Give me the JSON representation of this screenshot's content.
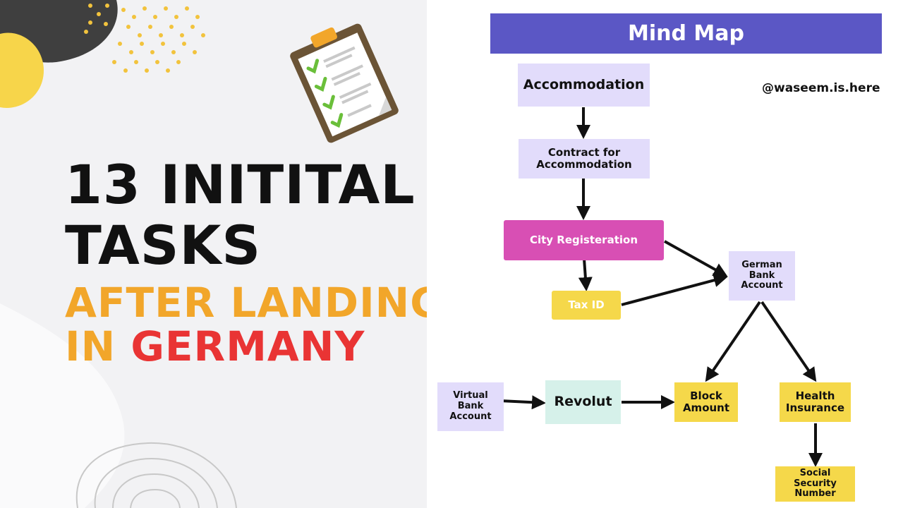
{
  "headline": {
    "line1": "13 INITITAL",
    "line2": "TASKS",
    "line3": "AFTER LANDING",
    "line4_prefix": "IN ",
    "line4_highlight": "GERMANY"
  },
  "mind_map": {
    "title": "Mind Map",
    "handle": "@waseem.is.here",
    "nodes": {
      "accommodation": "Accommodation",
      "contract": "Contract for Accommodation",
      "city_registration": "City Registeration",
      "tax_id": "Tax ID",
      "german_bank": "German Bank Account",
      "virtual_bank": "Virtual Bank Account",
      "revolut": "Revolut",
      "block_amount": "Block Amount",
      "health_insurance": "Health Insurance",
      "social_security": "Social Security Number"
    }
  },
  "colors": {
    "title_bar": "#5b57c5",
    "lavender": "#e2dcfb",
    "yellow": "#f5d84a",
    "mint": "#d6f1ea",
    "pink": "#d84fb4",
    "headline_orange": "#f2a62a",
    "headline_red": "#e93434"
  }
}
